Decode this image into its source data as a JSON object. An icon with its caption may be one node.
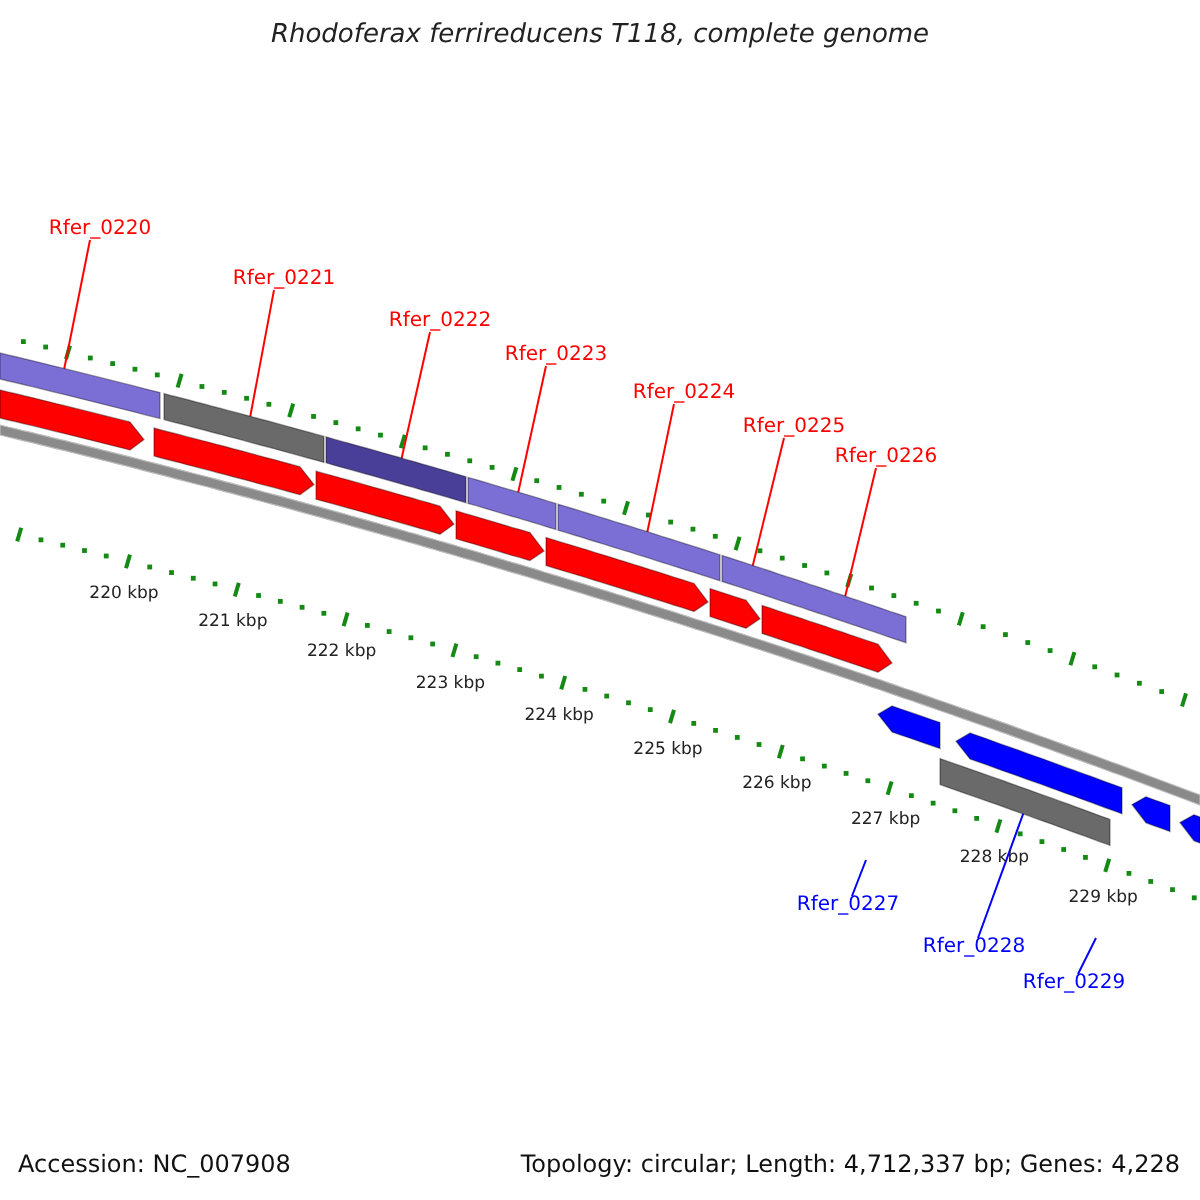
{
  "diagram": {
    "title": "Rhodoferax ferrireducens T118, complete genome",
    "nodes": [
      {
        "text": [
          "Rfer_0220"
        ]
      },
      {
        "text": [
          "Rfer_0221"
        ]
      },
      {
        "text": [
          "Rfer_0222"
        ]
      },
      {
        "text": [
          "Rfer_0223"
        ]
      },
      {
        "text": [
          "Rfer_0224"
        ]
      },
      {
        "text": [
          "Rfer_0225"
        ]
      },
      {
        "text": [
          "Rfer_0226"
        ]
      },
      {
        "text": [
          "Rfer_0227"
        ]
      },
      {
        "text": [
          "Rfer_0228"
        ]
      },
      {
        "text": [
          "Rfer_0229"
        ]
      },
      {
        "text": [],
        "shape": "bar"
      },
      {
        "text": [],
        "shape": "bar"
      },
      {
        "text": [],
        "shape": "bar"
      },
      {
        "text": [],
        "shape": "bar"
      },
      {
        "text": [],
        "shape": "bar"
      },
      {
        "text": [],
        "shape": "bar"
      },
      {
        "text": [],
        "shape": "bar"
      },
      {
        "text": [],
        "shape": "bar"
      },
      {
        "text": [],
        "shape": "bar"
      },
      {
        "text": [],
        "shape": "bar"
      },
      {
        "text": [],
        "shape": "bar"
      },
      {
        "text": [],
        "shape": "bar"
      },
      {
        "text": [],
        "shape": "bar"
      },
      {
        "text": [],
        "shape": "bar"
      },
      {
        "text": [],
        "shape": "bar"
      },
      {
        "text": [],
        "shape": "bar"
      },
      {
        "text": [],
        "shape": "bar"
      },
      {
        "text": [],
        "shape": "bar"
      }
    ],
    "edges": [
      {
        "from": 0,
        "to": 10,
        "arrow": "none"
      },
      {
        "from": 1,
        "to": 11,
        "arrow": "none"
      },
      {
        "from": 2,
        "to": 12,
        "arrow": "none"
      },
      {
        "from": 3,
        "to": 13,
        "arrow": "none"
      },
      {
        "from": 4,
        "to": 14,
        "arrow": "none"
      },
      {
        "from": 5,
        "to": 15,
        "arrow": "none"
      },
      {
        "from": 6,
        "to": 15,
        "arrow": "none"
      },
      {
        "from": 7,
        "to": null,
        "arrow": "none",
        "color": "#0000ff"
      },
      {
        "from": 8,
        "to": 27,
        "arrow": "none",
        "color": "#0000ff"
      },
      {
        "from": 9,
        "to": null,
        "arrow": "none",
        "color": "#0000ff"
      }
    ],
    "labels": [
      "220 kbp",
      "221 kbp",
      "222 kbp",
      "223 kbp",
      "224 kbp",
      "225 kbp",
      "226 kbp",
      "227 kbp",
      "228 kbp",
      "229 kbp",
      "Accession: NC_007908",
      "Topology: circular; Length: 4,712,337 bp; Genes: 4,228"
    ]
  }
}
